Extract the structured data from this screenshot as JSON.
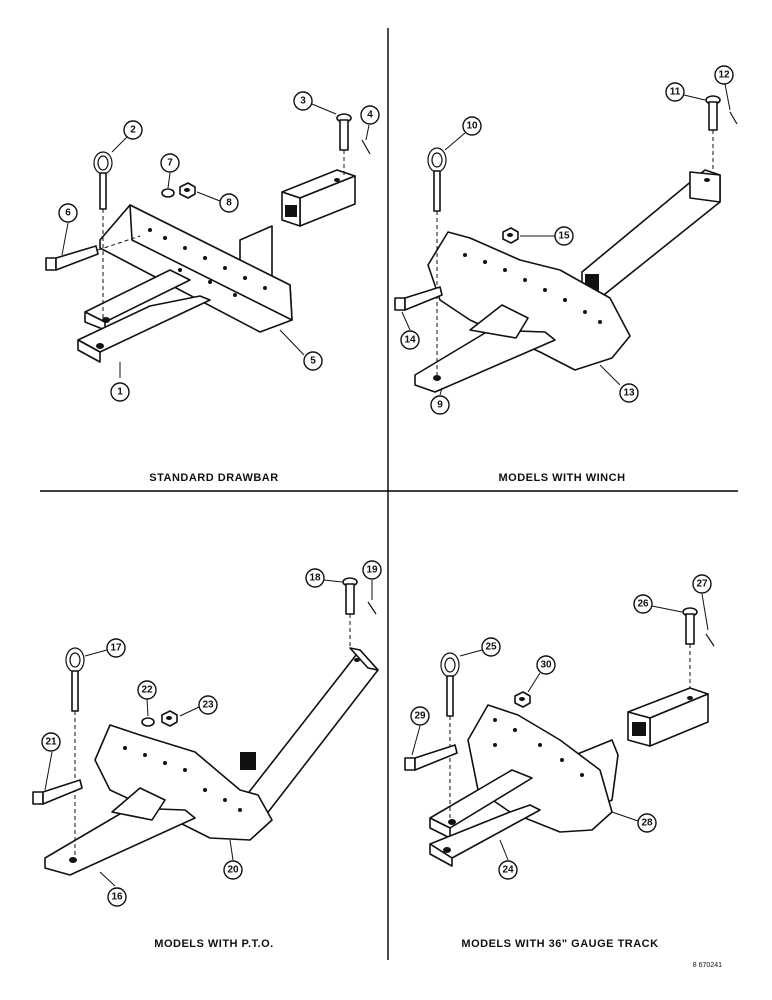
{
  "panels": [
    {
      "id": "standard",
      "caption": "STANDARD DRAWBAR",
      "callouts": [
        "1",
        "2",
        "3",
        "4",
        "5",
        "6",
        "7",
        "8"
      ]
    },
    {
      "id": "winch",
      "caption": "MODELS WITH WINCH",
      "callouts": [
        "9",
        "10",
        "11",
        "12",
        "13",
        "14",
        "15"
      ]
    },
    {
      "id": "pto",
      "caption": "MODELS WITH P.T.O.",
      "callouts": [
        "16",
        "17",
        "18",
        "19",
        "20",
        "21",
        "22",
        "23"
      ]
    },
    {
      "id": "gauge",
      "caption": "MODELS WITH 36\" GAUGE TRACK",
      "callouts": [
        "24",
        "25",
        "26",
        "27",
        "28",
        "29",
        "30"
      ]
    }
  ],
  "reference": "8 670241"
}
